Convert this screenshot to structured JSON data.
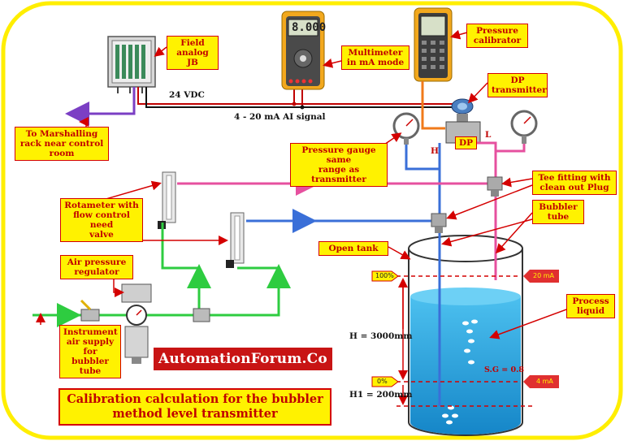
{
  "labels": {
    "field_jb": "Field\nanalog JB",
    "multimeter": "Multimeter\nin mA mode",
    "pressure_calibrator": "Pressure\ncalibrator",
    "dp_transmitter": "DP\ntransmitter",
    "marshalling": "To Marshalling\nrack near control\nroom",
    "pressure_gauge": "Pressure gauge same\nrange as transmitter",
    "tee_fitting": "Tee fitting with\nclean out Plug",
    "rotameter": "Rotameter with\nflow control need\nvalve",
    "bubbler_tube": "Bubbler\ntube",
    "open_tank": "Open tank",
    "air_regulator": "Air pressure\nregulator",
    "process_liquid": "Process\nliquid",
    "instrument_air": "Instrument\nair supply\nfor bubbler\ntube"
  },
  "signals": {
    "vdc": "24 VDC",
    "ai_signal": "4 - 20 mA AI signal"
  },
  "transmitter": {
    "dp": "DP",
    "high_side": "H",
    "low_side": "L"
  },
  "multimeter_display": "8.000",
  "tank": {
    "top_marker": "100%",
    "bottom_marker": "0%",
    "top_ma": "20 mA",
    "bottom_ma": "4 mA",
    "height": "H = 3000mm",
    "offset": "H1 = 200mm",
    "specific_gravity": "S.G = 0.8"
  },
  "brand": "AutomationForum.Co",
  "title": {
    "line1": "Calibration calculation for the bubbler",
    "line2": "method level transmitter"
  },
  "colors": {
    "border": "#ffee00",
    "label_fill": "#fff200",
    "label_border": "#d40000",
    "high_line": "#3a6fd8",
    "low_line": "#e6509f",
    "air_line": "#2ecc40",
    "liquid": "#2aa7e0",
    "signal_wire": "#c00000"
  }
}
